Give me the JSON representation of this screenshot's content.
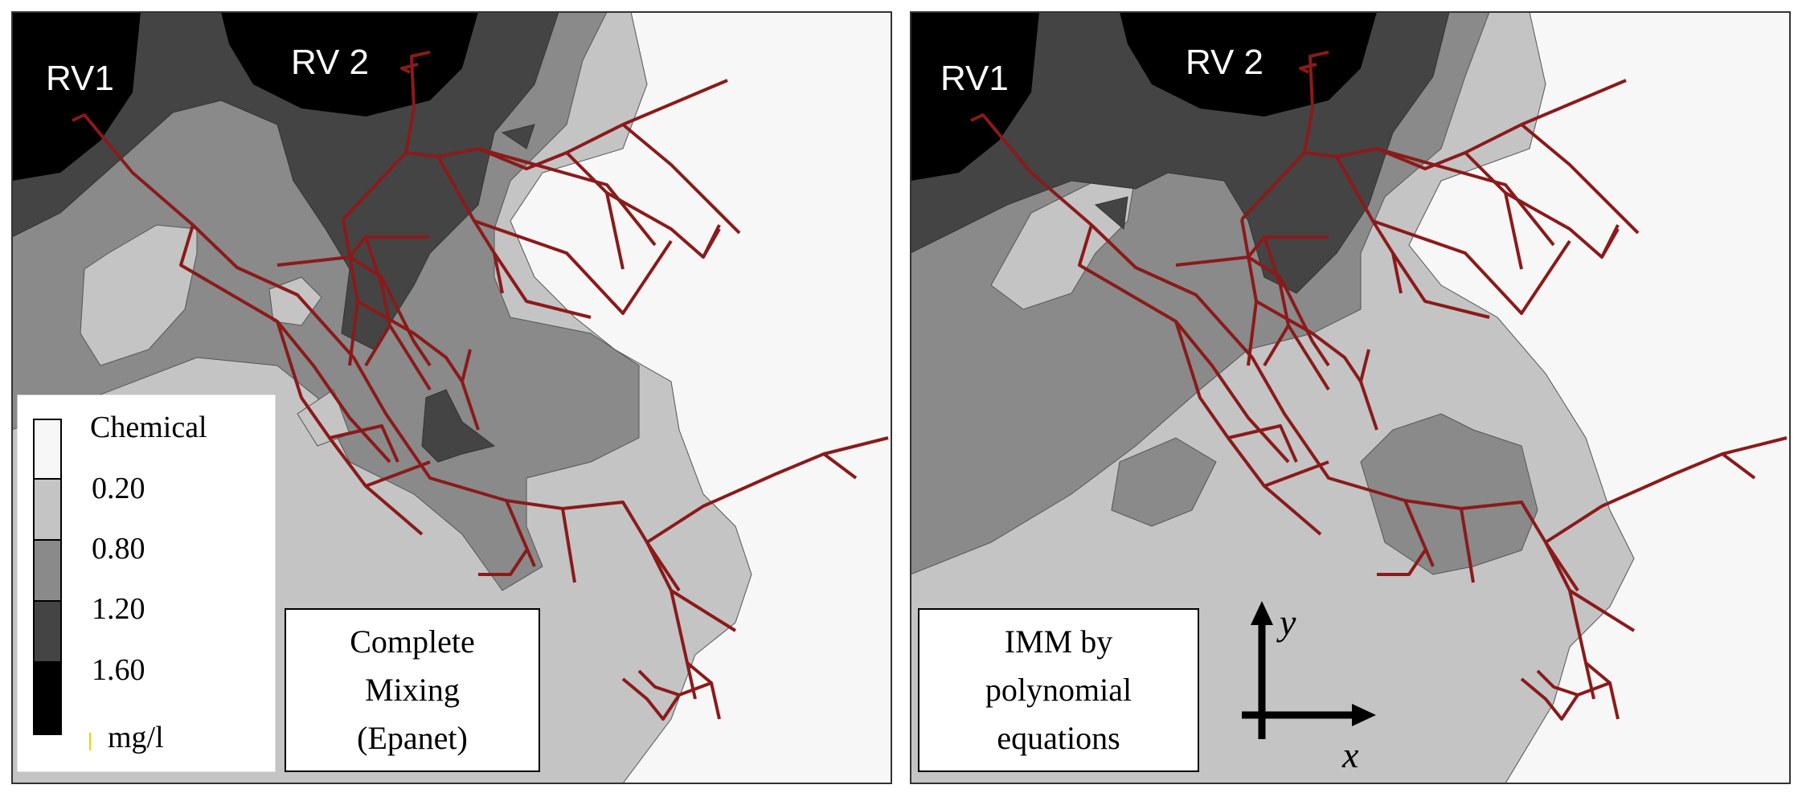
{
  "colors": {
    "band0": "#f7f7f7",
    "band1": "#c4c4c4",
    "band2": "#8a8a8a",
    "band3": "#444444",
    "band4": "#000000",
    "pipe": "#8b1a1a",
    "frame": "#333333"
  },
  "panels": [
    {
      "id": "left",
      "reservoir_labels": [
        "RV1",
        "RV 2"
      ],
      "caption_lines": [
        "Complete",
        "Mixing",
        "(Epanet)"
      ]
    },
    {
      "id": "right",
      "reservoir_labels": [
        "RV1",
        "RV 2"
      ],
      "caption_lines": [
        "IMM by",
        "polynomial",
        "equations"
      ]
    }
  ],
  "legend": {
    "title": "Chemical",
    "levels": [
      "0.20",
      "0.80",
      "1.20",
      "1.60"
    ],
    "unit": "mg/l"
  },
  "axes_indicator": {
    "x_label": "x",
    "y_label": "y"
  }
}
